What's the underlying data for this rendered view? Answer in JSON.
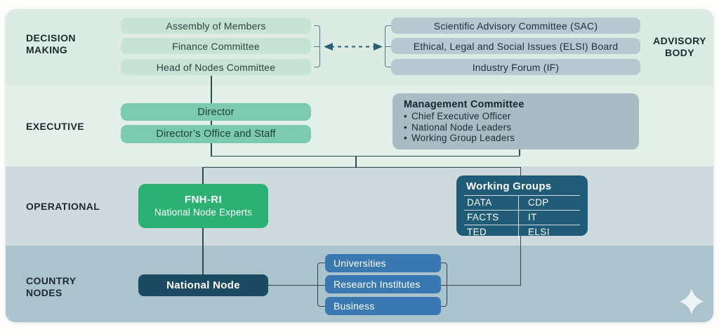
{
  "rows": {
    "decision_making": {
      "label_line1": "DECISION",
      "label_line2": "MAKING"
    },
    "executive": {
      "label": "EXECUTIVE"
    },
    "operational": {
      "label": "OPERATIONAL"
    },
    "country_nodes": {
      "label_line1": "COUNTRY",
      "label_line2": "NODES"
    }
  },
  "decision_making": {
    "boxes": [
      "Assembly of Members",
      "Finance Committee",
      "Head of Nodes Committee"
    ]
  },
  "advisory": {
    "label_line1": "ADVISORY",
    "label_line2": "BODY",
    "boxes": [
      "Scientific Advisory Committee (SAC)",
      "Ethical, Legal and Social Issues (ELSI) Board",
      "Industry Forum (IF)"
    ]
  },
  "executive": {
    "director": "Director",
    "directors_office": "Director’s Office and Staff",
    "management_committee": {
      "title": "Management Committee",
      "bullet_char": "•",
      "members": [
        "Chief Executive Officer",
        "National Node Leaders",
        "Working Group Leaders"
      ]
    }
  },
  "operational": {
    "fnh_ri": {
      "title": "FNH-RI",
      "subtitle": "National Node Experts"
    },
    "working_groups": {
      "title": "Working Groups",
      "rows": [
        {
          "left": "DATA",
          "right": "CDP"
        },
        {
          "left": "FACTS",
          "right": "IT"
        },
        {
          "left": "TED",
          "right": "ELSI"
        }
      ]
    }
  },
  "country_nodes": {
    "national_node": "National Node",
    "partners": [
      "Universities",
      "Research Institutes",
      "Business"
    ]
  },
  "icons": {
    "sparkle": "four-point-sparkle"
  },
  "colors": {
    "band_decision": "#dcece5",
    "band_executive": "#e3f0e9",
    "band_operational": "#cfdadc",
    "band_country": "#abc3cd",
    "box_mint": "#c6e4d5",
    "box_gray": "#b9c8d0",
    "box_teal": "#7ccab0",
    "box_mgmt": "#a9bcc4",
    "box_fnhri_green": "#2cb074",
    "box_working_groups": "#205b78",
    "box_national_node": "#1d4a63",
    "box_partner_blue": "#3a78b2",
    "connector": "#2f4a4d",
    "bracket_slate": "#51788c",
    "arrow_teal": "#2d5f74"
  }
}
